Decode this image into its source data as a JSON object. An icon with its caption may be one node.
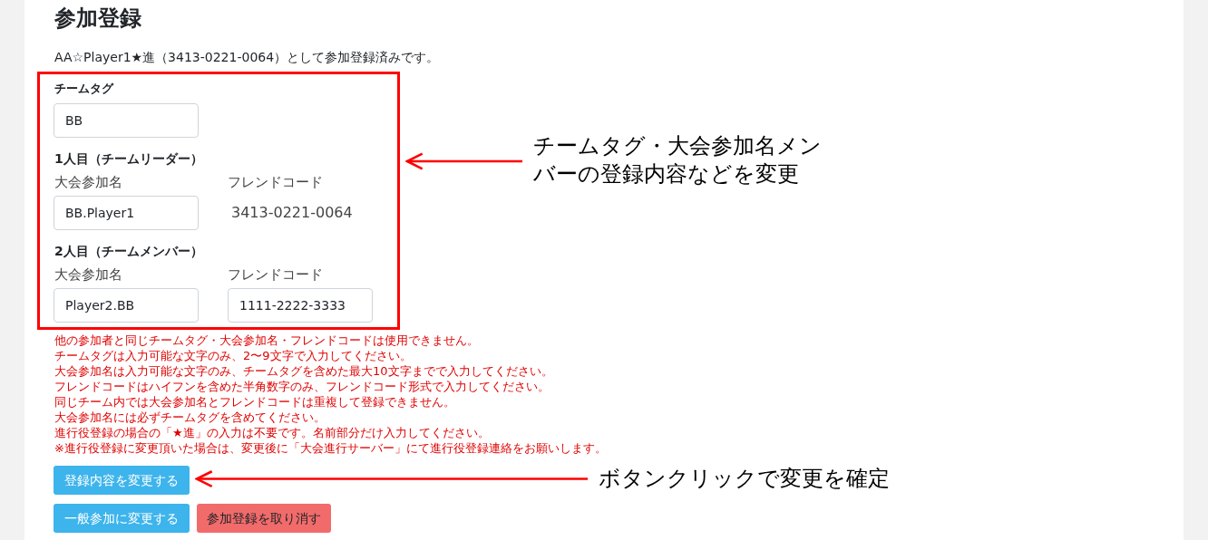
{
  "diagram": {
    "title": "参加登録",
    "nodes": [
      {
        "text": [],
        "shape": "box"
      },
      {
        "text": [
          "チームタグ・大会参加名メンバーの登録内容などを変更"
        ]
      },
      {
        "text": [
          "登録内容を変更する"
        ]
      },
      {
        "text": [
          "ボタンクリックで変更を確定"
        ]
      },
      {
        "text": [
          "一般参加に変更する"
        ]
      },
      {
        "text": [
          "参加登録を取り消す"
        ]
      }
    ],
    "edges": [
      {
        "from": 1,
        "to": 0,
        "arrow": "to",
        "color": "#ff0000"
      },
      {
        "from": 3,
        "to": 2,
        "arrow": "to",
        "color": "#ff0000"
      }
    ],
    "labels": [
      "AA☆Player1★進（3413-0221-0064）として参加登録済みです。",
      "チームタグ",
      "BB",
      "1人目（チームリーダー）",
      "大会参加名",
      "フレンドコード",
      "BB.Player1",
      "3413-0221-0064",
      "2人目（チームメンバー）",
      "大会参加名",
      "フレンドコード",
      "Player2.BB",
      "1111-2222-3333",
      "他の参加者と同じチームタグ・大会参加名・フレンドコードは使用できません。",
      "チームタグは入力可能な文字のみ、2〜9文字で入力してください。",
      "大会参加名は入力可能な文字のみ、チームタグを含めた最大10文字までで入力してください。",
      "フレンドコードはハイフンを含めた半角数字のみ、フレンドコード形式で入力してください。",
      "同じチーム内では大会参加名とフレンドコードは重複して登録できません。",
      "大会参加名には必ずチームタグを含めてください。",
      "進行役登録の場合の「★進」の入力は不要です。名前部分だけ入力してください。",
      "※進行役登録に変更頂いた場合は、変更後に「大会進行サーバー」にて進行役登録連絡をお願いします。"
    ]
  }
}
